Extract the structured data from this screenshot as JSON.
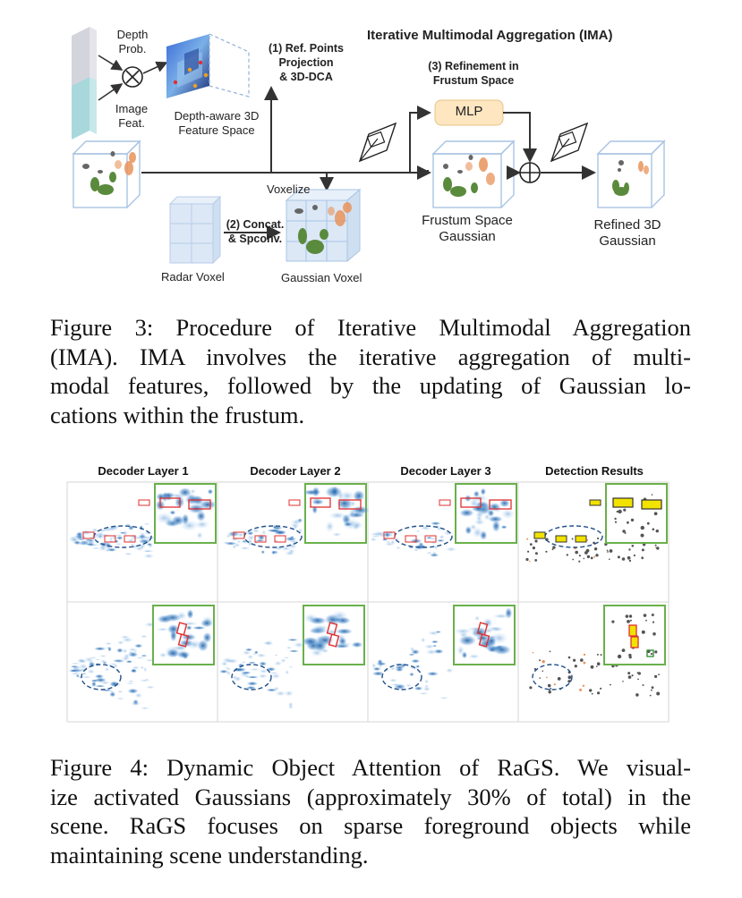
{
  "figure3": {
    "title": "Iterative Multimodal Aggregation (IMA)",
    "depth_prob": [
      "Depth",
      "Prob."
    ],
    "image_feat": [
      "Image",
      "Feat."
    ],
    "step1": [
      "(1) Ref. Points",
      "Projection",
      "& 3D-DCA"
    ],
    "depth_aware": [
      "Depth-aware 3D",
      "Feature Space"
    ],
    "step3": [
      "(3) Refinement in",
      "Frustum Space"
    ],
    "mlp": "MLP",
    "voxelize": "Voxelize",
    "step2": [
      "(2) Concat.",
      "& Spconv."
    ],
    "radar_voxel": "Radar Voxel",
    "gaussian_voxel": "Gaussian Voxel",
    "frustum": [
      "Frustum Space",
      "Gaussian"
    ],
    "refined": [
      "Refined 3D",
      "Gaussian"
    ],
    "caption_lines": [
      "Figure 3: Procedure of Iterative Multimodal Aggregation",
      "(IMA). IMA involves the iterative aggregation of multi-",
      "modal features, followed by the updating of Gaussian lo-",
      "cations within the frustum."
    ]
  },
  "figure4": {
    "columns": [
      "Decoder Layer 1",
      "Decoder Layer 2",
      "Decoder Layer 3",
      "Detection Results"
    ],
    "caption_lines": [
      "Figure 4: Dynamic Object Attention of RaGS. We visual-",
      "ize activated Gaussians (approximately 30% of total) in the",
      "scene. RaGS focuses on sparse foreground objects while",
      "maintaining scene understanding."
    ]
  },
  "colors": {
    "gaussian_green": "#5a8a3c",
    "gaussian_orange": "#e8935a",
    "gaussian_gray": "#666666",
    "cube_line": "#a9c4e4",
    "mlp_fill": "#fde6c0",
    "attention_blue": "#2f6fae",
    "inset_border": "#6ab04c",
    "box_red": "#e03030",
    "box_yellow": "#f2e200"
  }
}
